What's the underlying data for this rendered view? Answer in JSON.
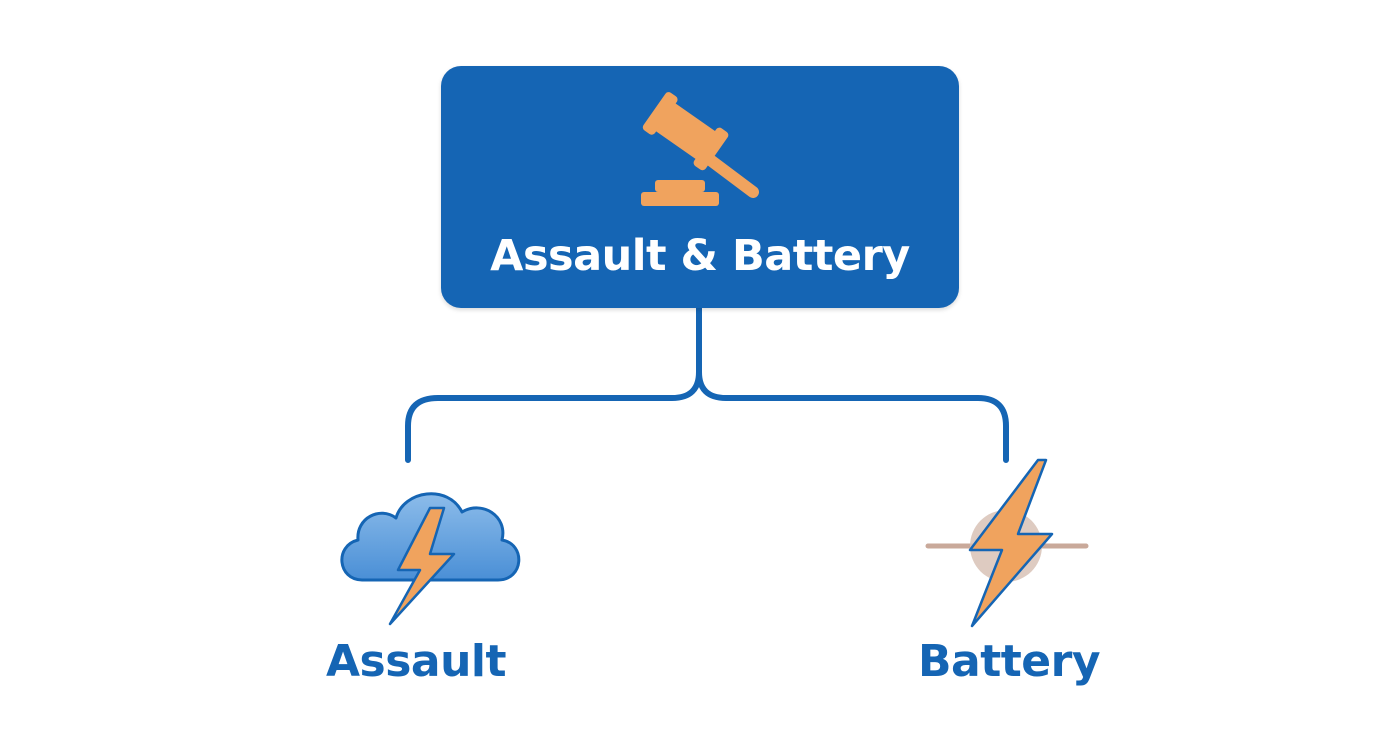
{
  "diagram": {
    "root": {
      "label": "Assault & Battery",
      "icon": "gavel-icon"
    },
    "children": [
      {
        "label": "Assault",
        "icon": "storm-cloud-lightning-icon"
      },
      {
        "label": "Battery",
        "icon": "lightning-impact-icon"
      }
    ]
  },
  "colors": {
    "primary_blue": "#1565b4",
    "accent_orange": "#f0a35e",
    "cloud_light": "#7fb2e3",
    "impact_beige": "#c9a99a"
  }
}
